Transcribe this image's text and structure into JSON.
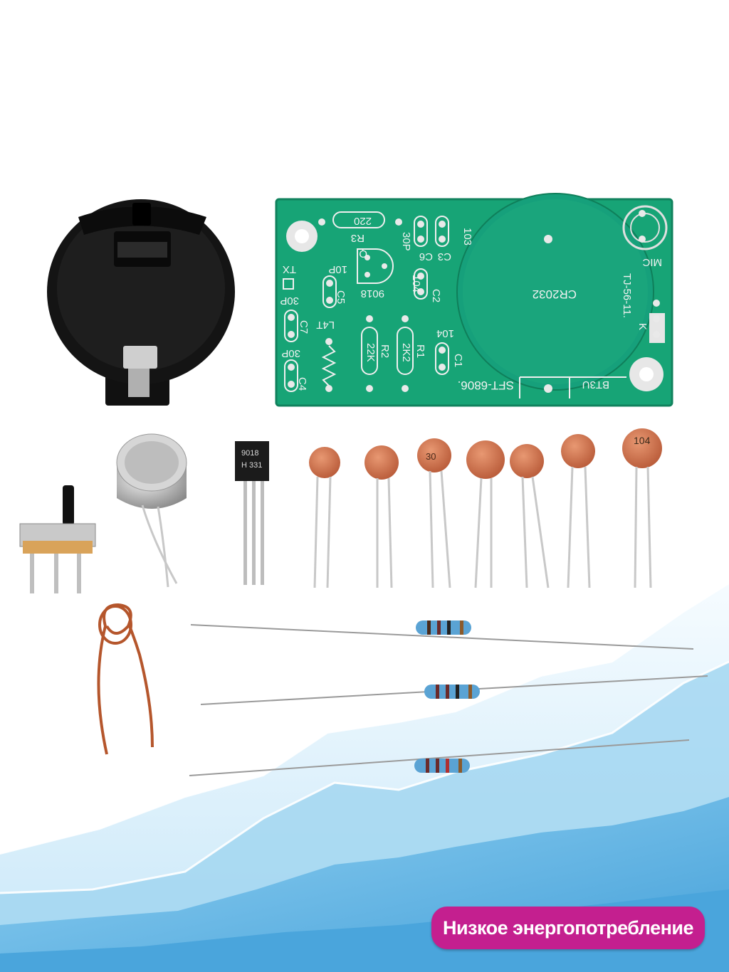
{
  "pcb_labels": {
    "r3_value": "220",
    "r3": "R3",
    "c6_value": "30P",
    "c6": "C6",
    "c3_value": "103",
    "c3": "C3",
    "q_label": "Q",
    "c5_value": "10P",
    "c5": "C5",
    "transistor": "9018",
    "c2_value": "104",
    "c2": "C2",
    "tx": "TX",
    "c7_value": "30P",
    "c7": "C7",
    "l": "L4T",
    "r2_value": "22K",
    "r2": "R2",
    "r1_value": "2K2",
    "r1": "R1",
    "c1_value": "104",
    "c1": "C1",
    "c4_value": "30P",
    "c4": "C4",
    "board_name": "SFT-6806.",
    "battery": "CR2032",
    "bt": "BT3U",
    "mic": "MIC",
    "mic_model": "TJ-56-11.",
    "switch_symbol": "K"
  },
  "component_labels": {
    "transistor_line1": "9018",
    "transistor_line2": "H 331",
    "cap_2": "30",
    "cap_7": "104"
  },
  "badge_text": "Низкое энергопотребление",
  "colors": {
    "pcb": "#17a476",
    "badge": "#c41f8f",
    "background_blue": "#5fb7e6"
  }
}
